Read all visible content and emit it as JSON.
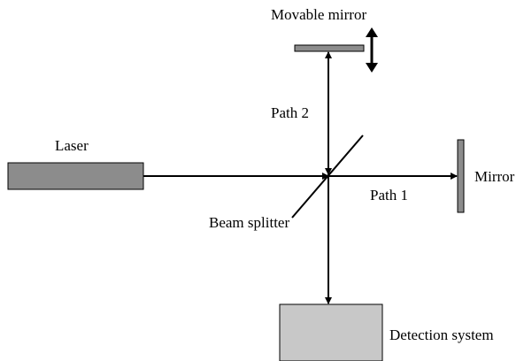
{
  "labels": {
    "movable_mirror": "Movable mirror",
    "laser": "Laser",
    "path2": "Path 2",
    "mirror": "Mirror",
    "path1": "Path 1",
    "beam_splitter": "Beam splitter",
    "detection_system": "Detection system"
  },
  "colors": {
    "component_fill": "#8c8c8c",
    "detector_fill": "#c8c8c8",
    "line": "#000000"
  }
}
